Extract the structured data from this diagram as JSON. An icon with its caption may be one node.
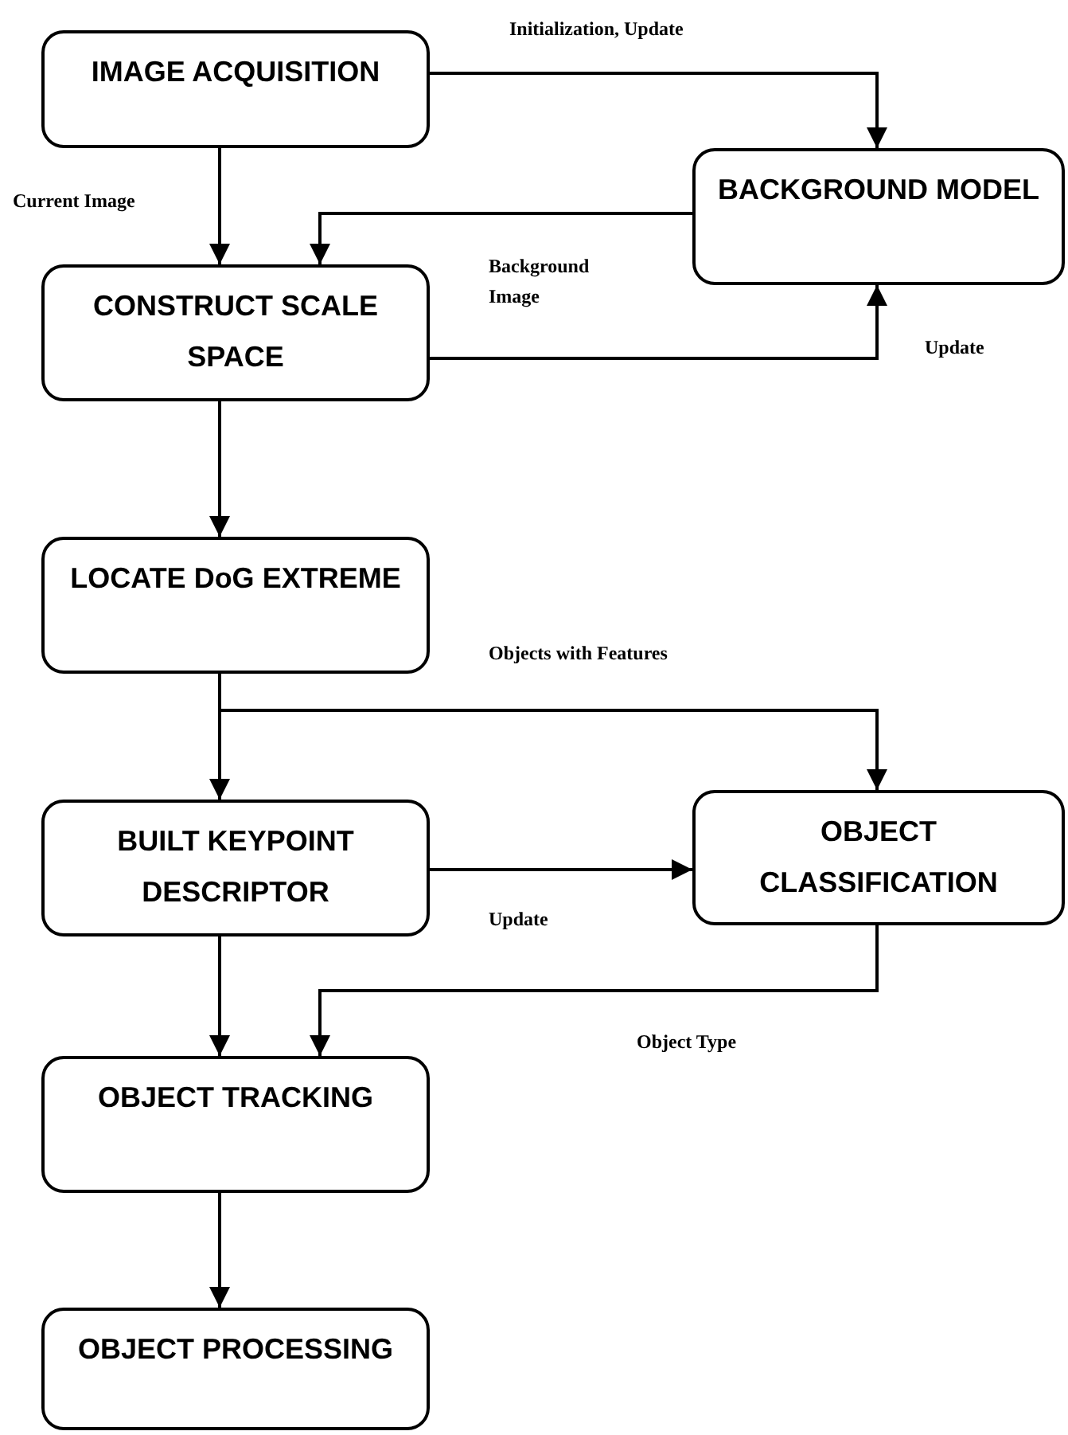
{
  "diagram": {
    "nodes": [
      {
        "text": [
          "IMAGE ACQUISITION"
        ]
      },
      {
        "text": [
          "BACKGROUND MODEL"
        ]
      },
      {
        "text": [
          "CONSTRUCT SCALE SPACE"
        ]
      },
      {
        "text": [
          "LOCATE DoG EXTREME"
        ]
      },
      {
        "text": [
          "BUILT KEYPOINT DESCRIPTOR"
        ]
      },
      {
        "text": [
          "OBJECT CLASSIFICATION"
        ]
      },
      {
        "text": [
          "OBJECT TRACKING"
        ]
      },
      {
        "text": [
          "OBJECT PROCESSING"
        ]
      }
    ],
    "edges": [
      {
        "from": 0,
        "to": 1,
        "arrow": "to",
        "label": "Initialization, Update"
      },
      {
        "from": 0,
        "to": 2,
        "arrow": "to",
        "label": "Current Image"
      },
      {
        "from": 1,
        "to": 2,
        "arrow": "to",
        "label": "Background Image"
      },
      {
        "from": 2,
        "to": 1,
        "arrow": "to",
        "label": "Update"
      },
      {
        "from": 2,
        "to": 3,
        "arrow": "to"
      },
      {
        "from": 3,
        "to": 4,
        "arrow": "to"
      },
      {
        "from": 3,
        "to": 5,
        "arrow": "to",
        "label": "Objects with Features"
      },
      {
        "from": 4,
        "to": 5,
        "arrow": "to",
        "label": "Update"
      },
      {
        "from": 4,
        "to": 6,
        "arrow": "to"
      },
      {
        "from": 5,
        "to": 6,
        "arrow": "to",
        "label": "Object Type"
      },
      {
        "from": 6,
        "to": 7,
        "arrow": "to"
      }
    ]
  }
}
